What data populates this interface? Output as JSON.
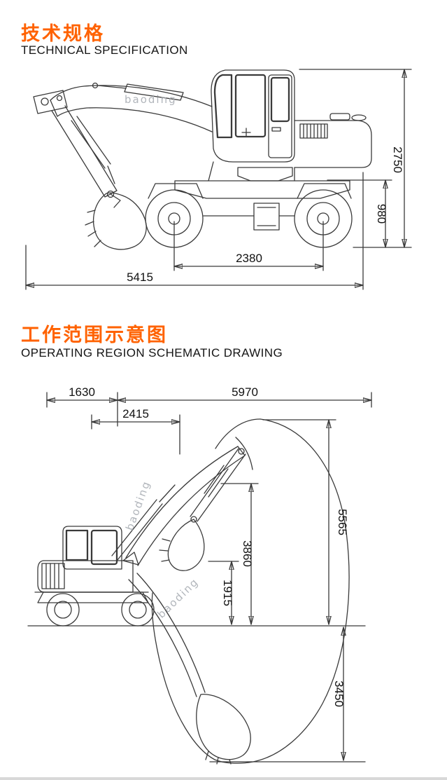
{
  "accent_color": "#ff6200",
  "line_color": "#3a3a3a",
  "watermark": "baoding",
  "spec": {
    "title_cn": "技术规格",
    "title_en": "TECHNICAL SPECIFICATION",
    "dims": {
      "overall_height": "2750",
      "chassis_height": "980",
      "wheelbase": "2380",
      "overall_length": "5415"
    }
  },
  "operating": {
    "title_cn": "工作范围示意图",
    "title_en": "OPERATING REGION SCHEMATIC DRAWING",
    "dims": {
      "tail_swing_radius": "1630",
      "max_digging_reach": "5970",
      "min_swing_radius": "2415",
      "max_dumping_height": "3860",
      "min_dumping_height": "1915",
      "max_digging_height": "5565",
      "max_digging_depth": "3450"
    }
  }
}
